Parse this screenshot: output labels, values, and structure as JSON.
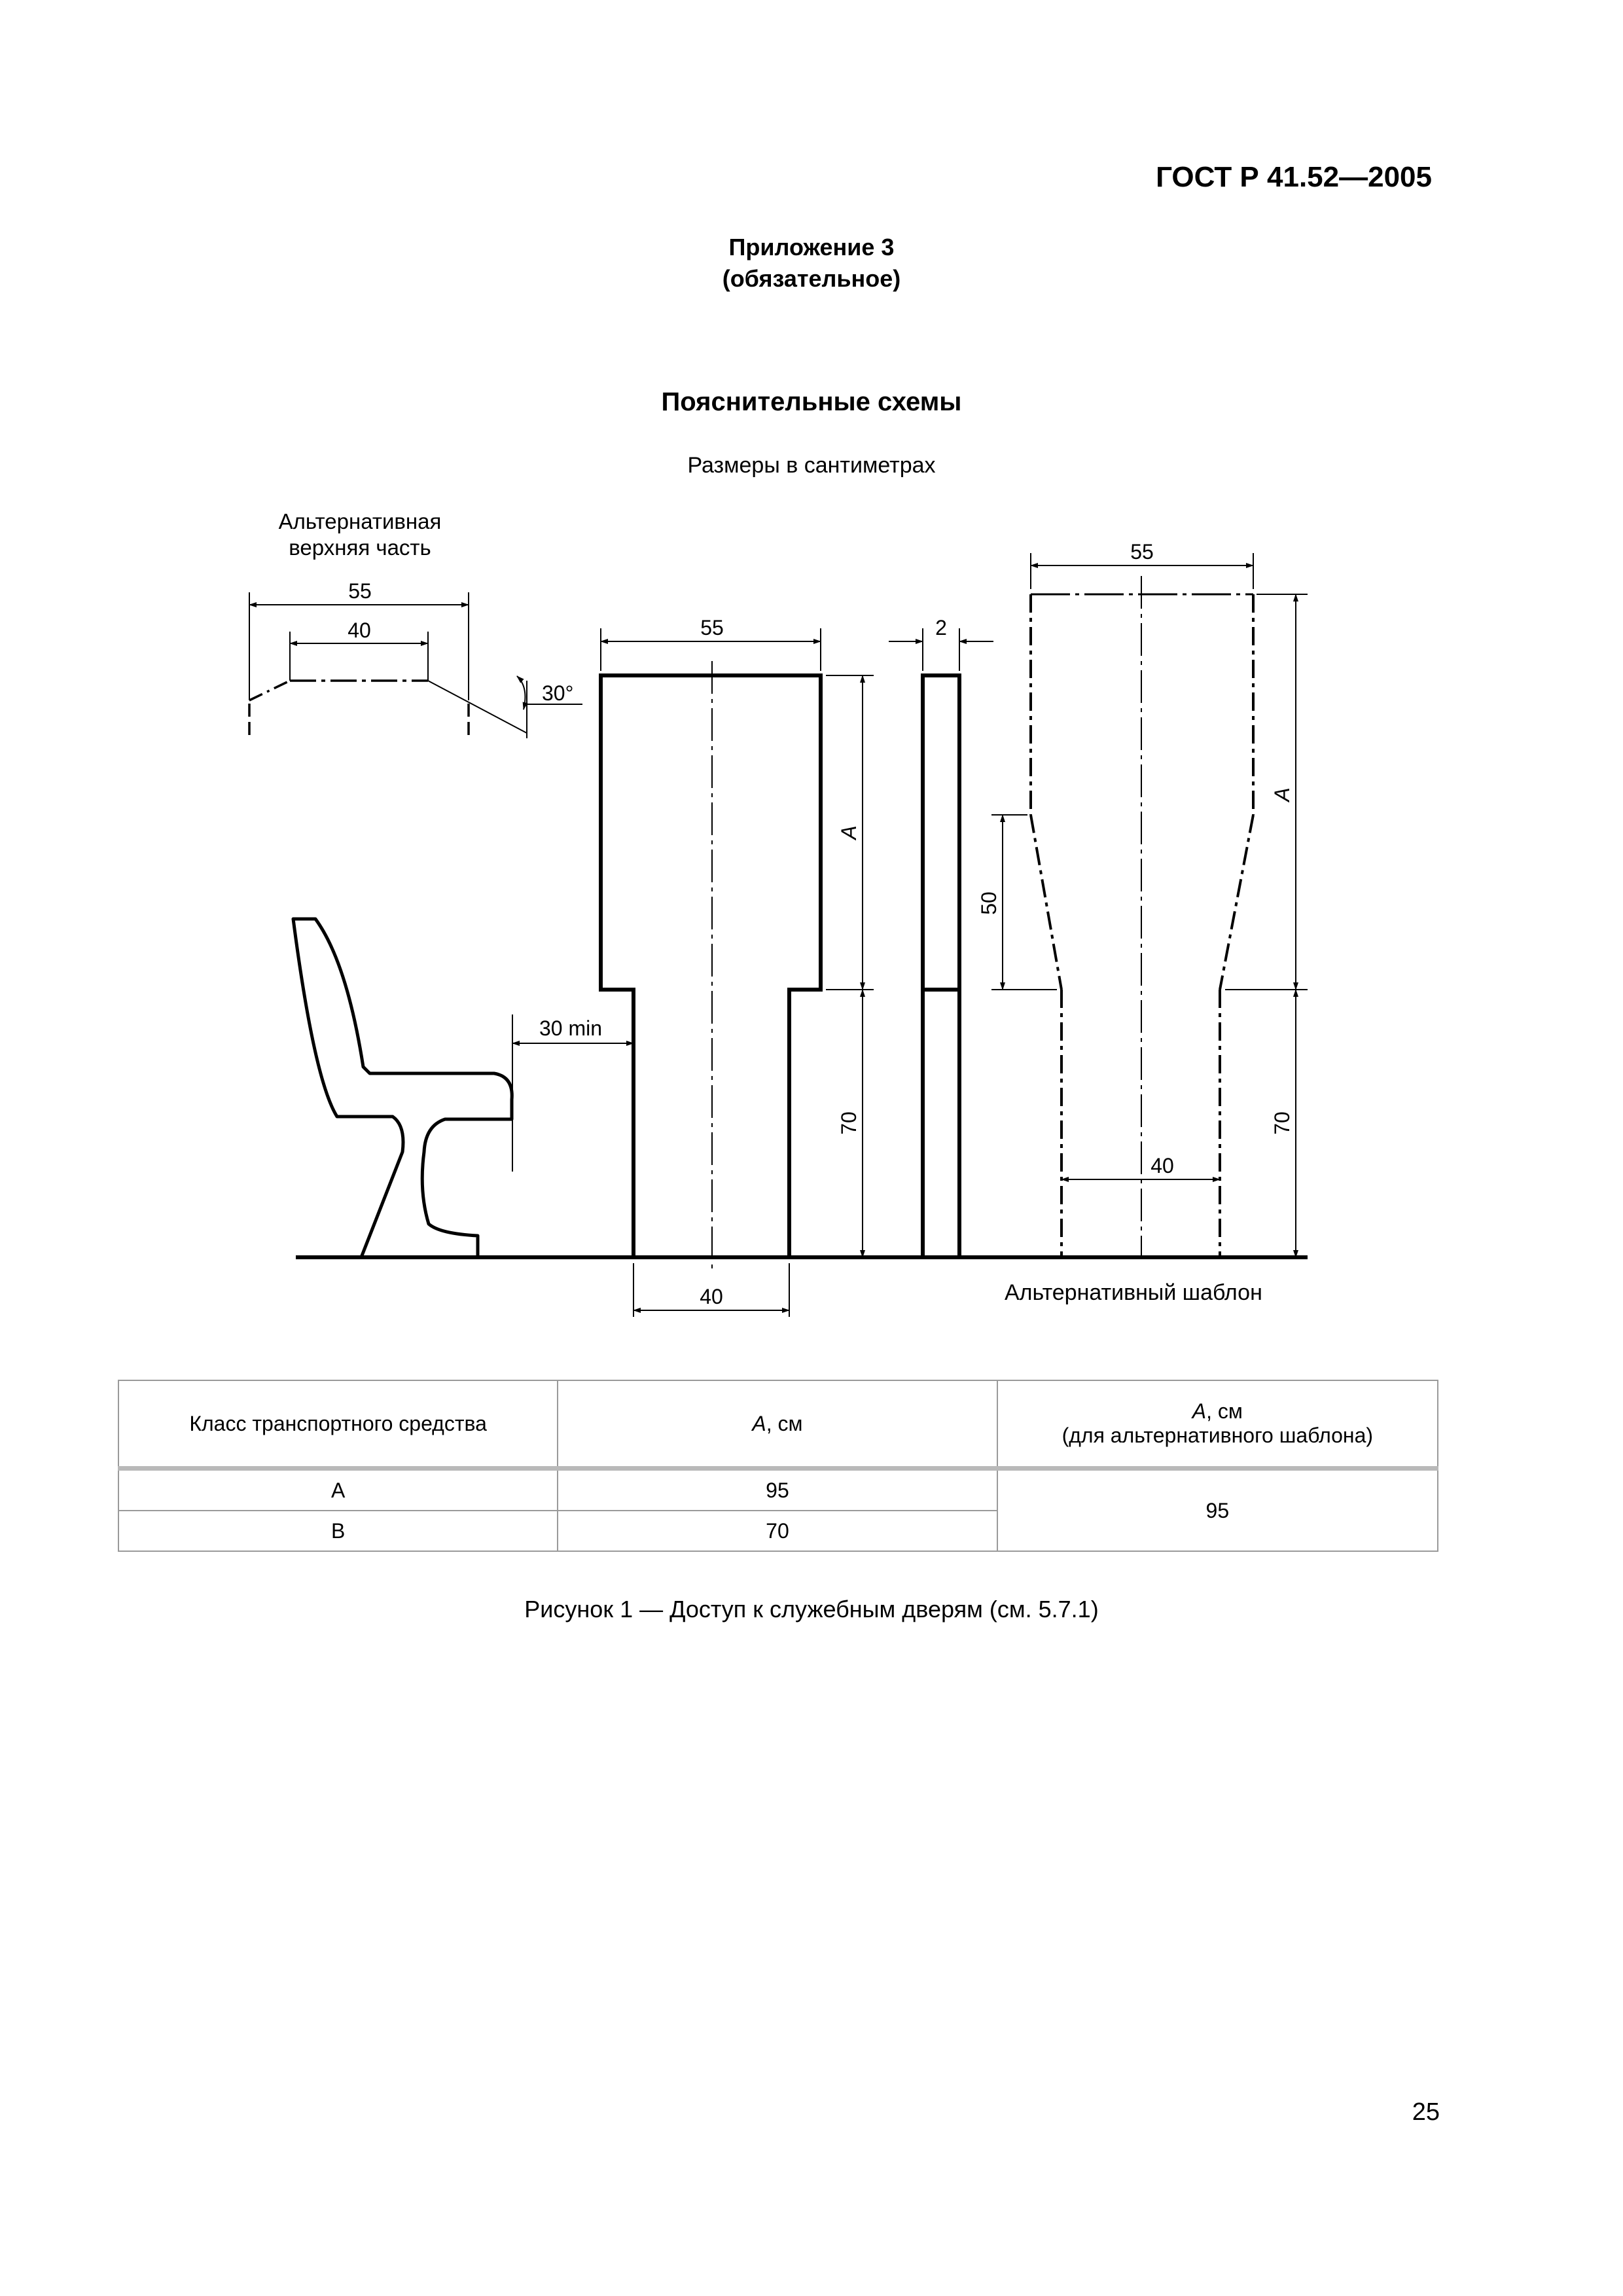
{
  "header": {
    "doc_id": "ГОСТ Р 41.52—2005"
  },
  "annex": {
    "title": "Приложение 3",
    "status": "(обязательное)"
  },
  "section": {
    "title": "Пояснительные схемы",
    "units_note": "Размеры в сантиметрах"
  },
  "figure": {
    "alt_top_label_line1": "Альтернативная",
    "alt_top_label_line2": "верхняя часть",
    "alt_template_label": "Альтернативный шаблон",
    "dims": {
      "alt_top_outer_width": "55",
      "alt_top_inner_width": "40",
      "alt_top_angle": "30°",
      "main_top_width": "55",
      "main_bottom_width": "40",
      "main_height_upper": "A",
      "main_height_lower": "70",
      "seat_clearance": "30 min",
      "side_thickness": "2",
      "alt_template_top_width": "55",
      "alt_template_bottom_width": "40",
      "alt_template_taper": "50",
      "alt_template_height_upper": "A",
      "alt_template_height_lower": "70"
    }
  },
  "table": {
    "headers": {
      "col1": "Класс транспортного средства",
      "col2_var": "A",
      "col2_rest": ", см",
      "col3_var": "A",
      "col3_rest": ", см",
      "col3_line2": "(для альтернативного шаблона)"
    },
    "rows": [
      {
        "class": "A",
        "a_cm": "95"
      },
      {
        "class": "B",
        "a_cm": "70"
      }
    ],
    "alt_template_value": "95"
  },
  "caption": "Рисунок 1 — Доступ к служебным дверям (см. 5.7.1)",
  "page_number": "25"
}
